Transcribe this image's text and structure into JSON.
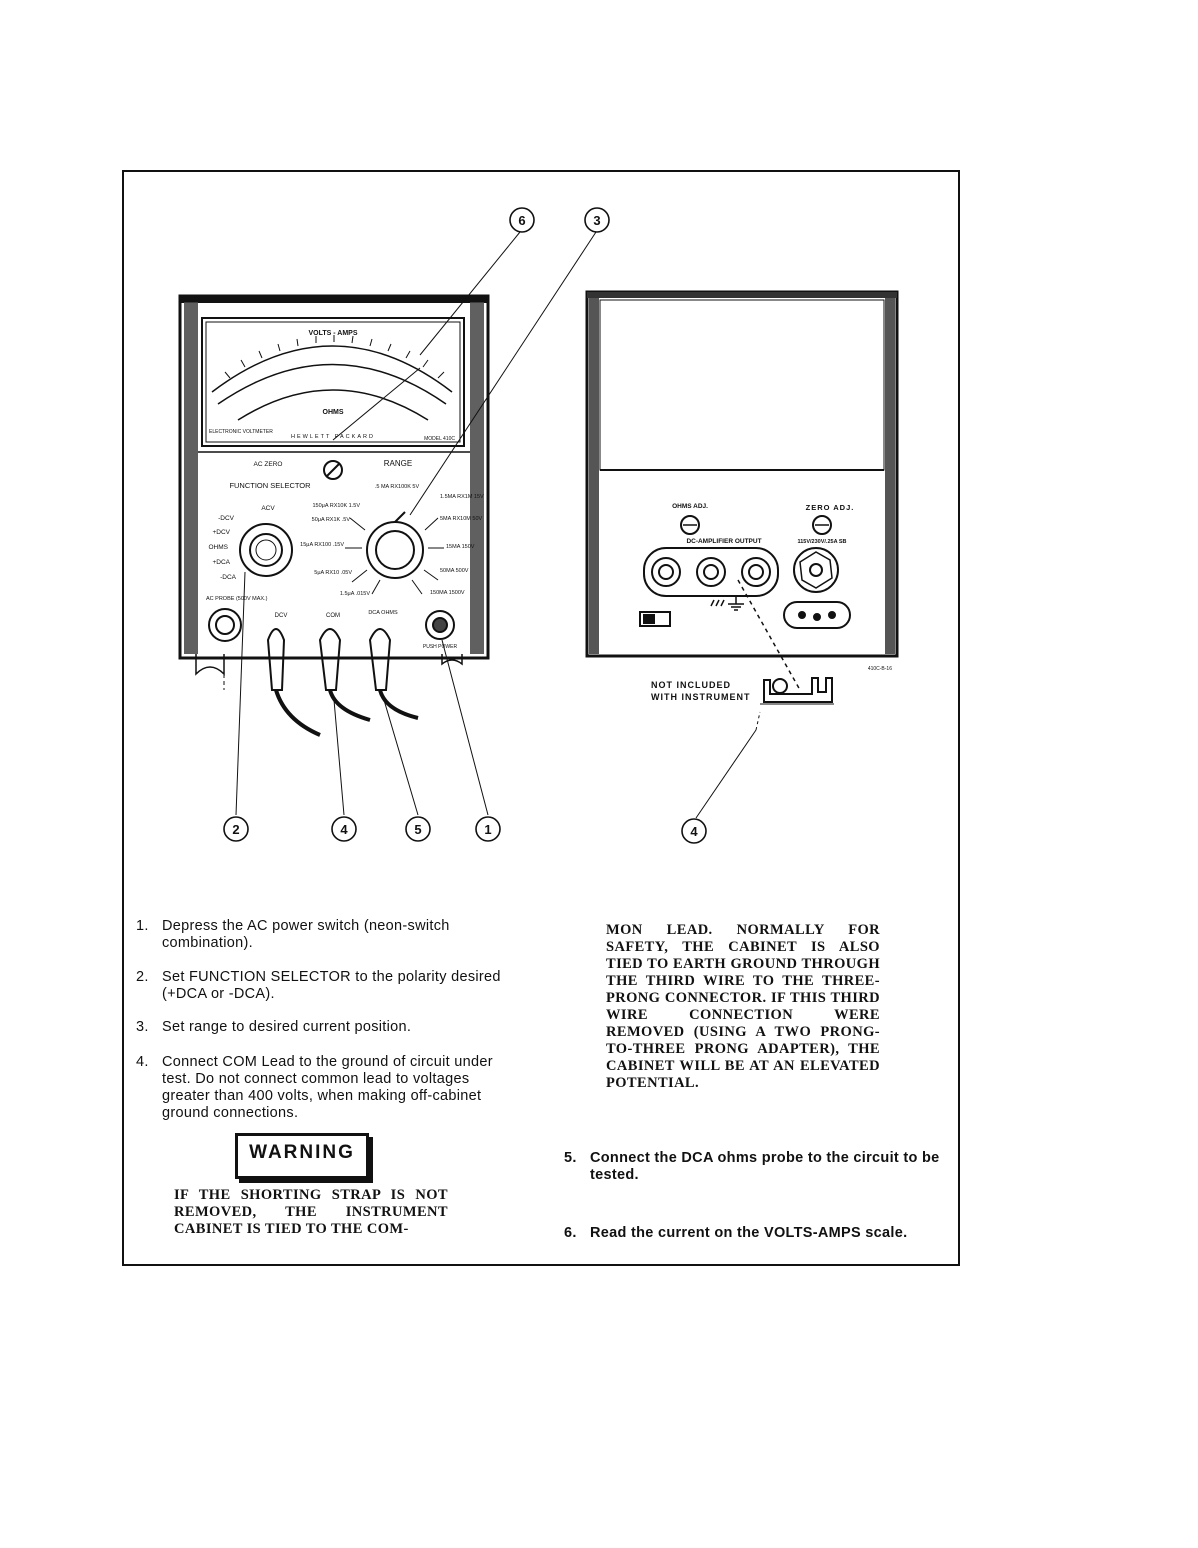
{
  "figure": {
    "callouts": [
      "6",
      "3",
      "2",
      "4",
      "5",
      "1",
      "4"
    ],
    "front_panel": {
      "meter_scale_title": "VOLTS - AMPS",
      "meter_ohms_label": "OHMS",
      "meter_brand": "HEWLETT PACKARD",
      "meter_left_label": "ELECTRONIC VOLTMETER",
      "meter_model": "MODEL 410C",
      "ac_zero": "AC ZERO",
      "range_label": "RANGE",
      "function_selector": "FUNCTION SELECTOR",
      "function_positions": [
        "ACV",
        "-DCV",
        "+DCV",
        "OHMS",
        "+DCA",
        "-DCA"
      ],
      "range_positions_left": [
        "150μA RX10K 1.5V",
        "50μA RX1K .5V",
        "15μA RX100 .15V",
        "5μA RX10 .05V",
        "1.5μA .015V"
      ],
      "range_top": ".5 MA RX100K 5V",
      "range_positions_right": [
        "1.5MA RX1M 15V",
        "5MA RX10M 50V",
        "15MA 150V",
        "50MA 500V",
        "150MA 1500V"
      ],
      "ac_probe": "AC PROBE (500V MAX.)",
      "jack_dcv": "DCV",
      "jack_com": "COM",
      "jack_dca_ohms": "DCA OHMS",
      "power_label": "PUSH POWER"
    },
    "rear_panel": {
      "ohms_adj": "OHMS ADJ.",
      "zero_adj": "ZERO ADJ.",
      "dc_amplifier_output": "DC-AMPLIFIER OUTPUT",
      "power_rating": "115V/230V/.25A SB",
      "figure_code": "410C-B-16",
      "not_included": [
        "NOT INCLUDED",
        "WITH INSTRUMENT"
      ]
    }
  },
  "steps_left": [
    {
      "num": "1.",
      "text": "Depress the AC power switch (neon-switch combination)."
    },
    {
      "num": "2.",
      "text": "Set FUNCTION SELECTOR to the polarity desired (+DCA or -DCA)."
    },
    {
      "num": "3.",
      "text": "Set range to desired current position."
    },
    {
      "num": "4.",
      "text": "Connect COM Lead to the ground of circuit under test. Do not connect common lead to voltages greater than 400 volts, when making off-cabinet ground connections."
    }
  ],
  "warning": {
    "label": "WARNING",
    "text": "IF THE SHORTING STRAP IS NOT REMOVED, THE INSTRUMENT CABINET IS TIED TO THE COM-",
    "continued": "MON LEAD. NORMALLY FOR SAFETY, THE CABINET IS ALSO TIED TO EARTH GROUND THROUGH THE THIRD WIRE TO THE THREE-PRONG CONNECTOR. IF THIS THIRD WIRE CONNECTION WERE REMOVED (USING A TWO PRONG-TO-THREE PRONG ADAPTER), THE CABINET WILL BE AT AN ELEVATED POTENTIAL."
  },
  "steps_right": [
    {
      "num": "5.",
      "text": "Connect the DCA ohms probe to the circuit to be tested."
    },
    {
      "num": "6.",
      "text": "Read the current on the VOLTS-AMPS scale."
    }
  ]
}
